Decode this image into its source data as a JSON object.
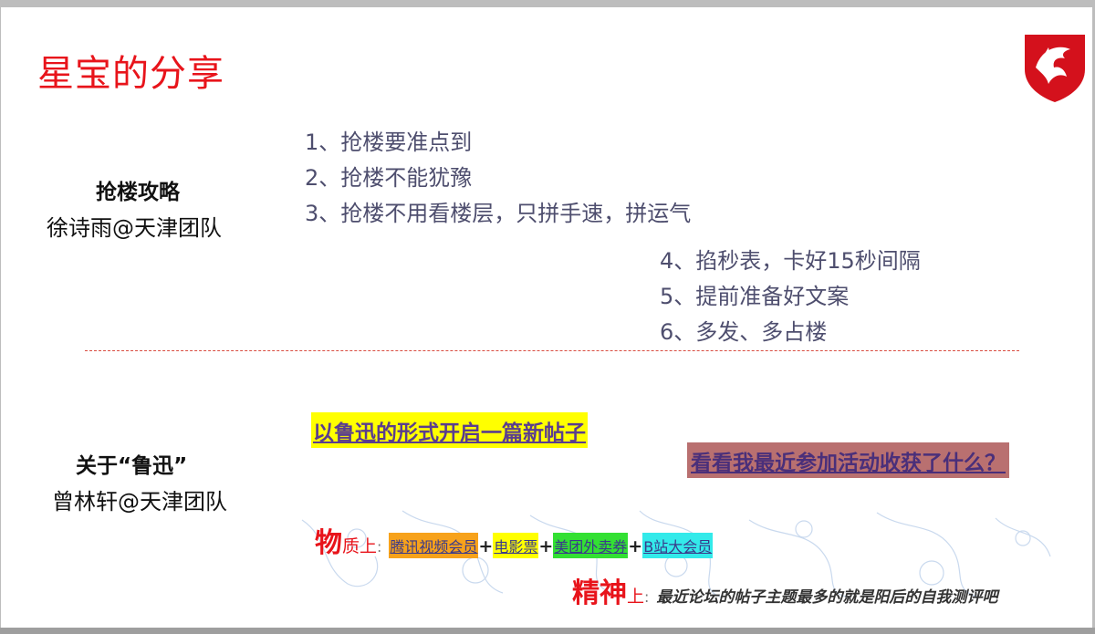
{
  "slide_title": "星宝的分享",
  "section1": {
    "title": "抢楼攻略",
    "author": "徐诗雨@天津团队",
    "tips": [
      "1、抢楼要准点到",
      "2、抢楼不能犹豫",
      "3、抢楼不用看楼层，只拼手速，拼运气",
      "4、掐秒表，卡好15秒间隔",
      "5、提前准备好文案",
      "6、多发、多占楼"
    ]
  },
  "section2": {
    "title": "关于“鲁迅”",
    "author": "曾林轩@天津团队",
    "highlight_yellow": "以鲁迅的形式开启一篇新帖子",
    "highlight_rose": "看看我最近参加活动收获了什么？",
    "material": {
      "char": "物",
      "rest": "质上",
      "colon": ":",
      "items": [
        "腾讯视频会员",
        "电影票",
        "美团外卖券",
        "B站大会员"
      ],
      "plus": "+"
    },
    "spirit": {
      "chars": "精神",
      "rest": "上",
      "colon": ":",
      "text": "最近论坛的帖子主题最多的就是阳后的自我测评吧"
    }
  },
  "colors": {
    "title_red": "#e8141b",
    "tip_text": "#4e4e6e",
    "tag_orange": "#f7a21b",
    "tag_yellow": "#ffff00",
    "tag_green": "#33e033",
    "tag_cyan": "#33eaea"
  },
  "logo_icon": "msi-dragon-shield-icon"
}
